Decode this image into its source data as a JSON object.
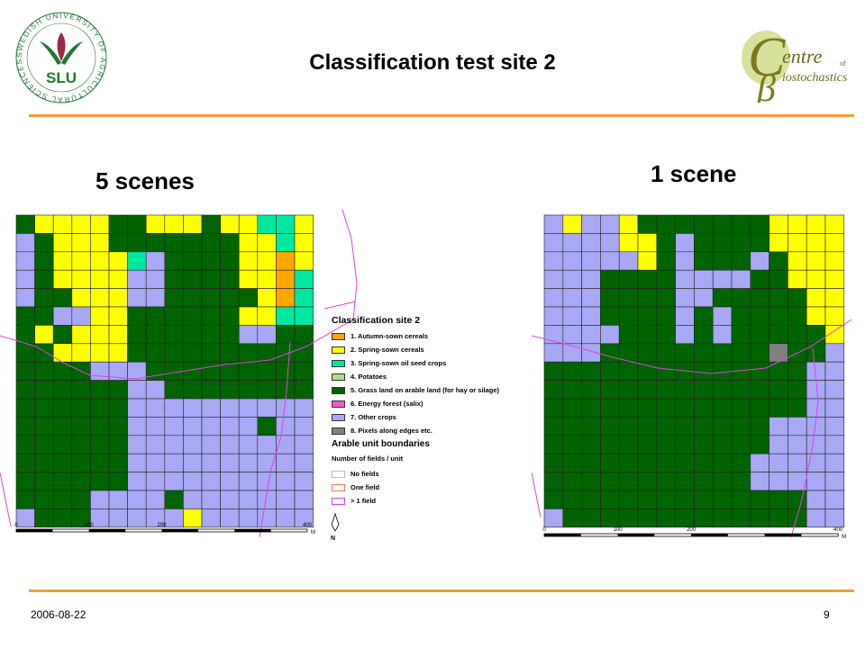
{
  "slide": {
    "title": "Classification test site 2",
    "date": "2006-08-22",
    "page_number": "9"
  },
  "logos": {
    "slu": {
      "ring_text": "SWEDISH UNIVERSITY OF AGRICULTURAL SCIENCES",
      "mark": "SLU"
    },
    "centre": {
      "top": "entre",
      "of": "of",
      "bottom": "iostochastics"
    }
  },
  "panels": {
    "left": {
      "label": "5 scenes"
    },
    "right": {
      "label": "1 scene"
    }
  },
  "legend": {
    "title": "Classification site 2",
    "classes": [
      {
        "label": "1. Autumn-sown cereals",
        "color": "#ffa500"
      },
      {
        "label": "2. Spring-sown cereals",
        "color": "#ffff00"
      },
      {
        "label": "3. Spring-sown oil seed crops",
        "color": "#00e8a0"
      },
      {
        "label": "4. Potatoes",
        "color": "#a8e08c"
      },
      {
        "label": "5. Grass land on arable land (for hay or silage)",
        "color": "#006400"
      },
      {
        "label": "6. Energy forest (salix)",
        "color": "#ff55cc"
      },
      {
        "label": "7. Other crops",
        "color": "#a8a8f5"
      },
      {
        "label": "8. Pixels along edges etc.",
        "color": "#808080"
      }
    ],
    "boundaries_title": "Arable unit boundaries",
    "boundaries_subtitle": "Number of fields / unit",
    "boundaries": [
      {
        "label": "No fields",
        "color": "#bbbbbb"
      },
      {
        "label": "One field",
        "color": "#ff7755"
      },
      {
        "label": "> 1 field",
        "color": "#dd44dd"
      }
    ]
  },
  "scale_bar": {
    "ticks": [
      "0",
      "100",
      "200",
      "400"
    ],
    "unit": "M"
  },
  "north_arrow": {
    "label": "N"
  },
  "maps": {
    "left": [
      "5222255222522332",
      "7522255555552232",
      "7522223755552212",
      "7522227755552213",
      "7552227755555213",
      "5577225555552233",
      "5252225555557755",
      "5522225555555555",
      "5555777555555555",
      "5555557755555555",
      "5555557777777777",
      "5555557777777577",
      "5555557777777777",
      "5555557777777777",
      "5555557777777777",
      "5555777757777777",
      "7555777772777777"
    ],
    "right": [
      "7277255555552222",
      "7777225755552222",
      "7777725755575222",
      "7775555777755222",
      "7775555775555522",
      "7775555757555522",
      "7777555757555552",
      "7775555555558557",
      "5555555555555577",
      "5555555555555577",
      "5555555555555577",
      "5555555555557777",
      "5555555555557777",
      "5555555555577777",
      "5555555555577777",
      "5555555555555577",
      "7555555555555577"
    ]
  }
}
